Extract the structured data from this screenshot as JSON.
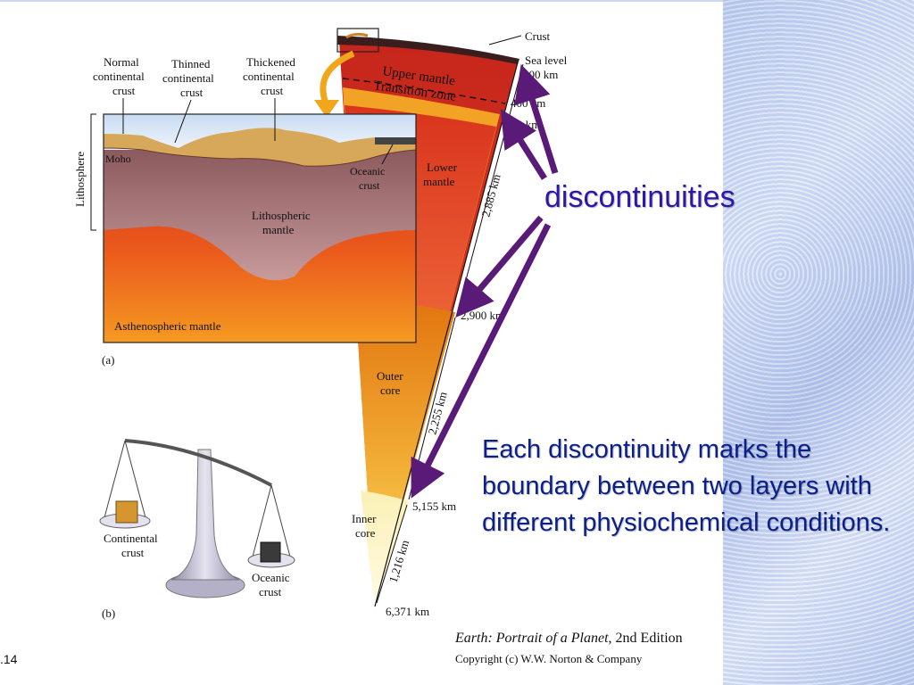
{
  "figure": {
    "wedge": {
      "crust": "Crust",
      "sea_level": "Sea level",
      "upper_mantle": "Upper mantle",
      "transition_zone": "Transition zone",
      "lower_mantle_1": "Lower",
      "lower_mantle_2": "mantle",
      "outer_core_1": "Outer",
      "outer_core_2": "core",
      "inner_core_1": "Inner",
      "inner_core_2": "core",
      "depths": [
        "100 km",
        "400 km",
        "660 km",
        "2,900 km",
        "5,155 km",
        "6,371 km"
      ],
      "thicknesses": [
        "2,885 km",
        "2,255 km",
        "1,216 km"
      ]
    },
    "panel_a": {
      "labels": {
        "normal": [
          "Normal",
          "continental",
          "crust"
        ],
        "thinned": [
          "Thinned",
          "continental",
          "crust"
        ],
        "thickened": [
          "Thickened",
          "continental",
          "crust"
        ],
        "moho": "Moho",
        "oceanic": [
          "Oceanic",
          "crust"
        ],
        "lith_mantle": [
          "Lithospheric",
          "mantle"
        ],
        "astheno": "Asthenospheric mantle",
        "lithosphere": "Lithosphere",
        "caption": "(a)"
      }
    },
    "panel_b": {
      "continental": [
        "Continental",
        "crust"
      ],
      "oceanic": [
        "Oceanic",
        "crust"
      ],
      "caption": "(b)"
    }
  },
  "annotations": {
    "discontinuities": "discontinuities",
    "explanation": "Each discontinuity marks the boundary between two layers with different physiochemical conditions."
  },
  "credit": {
    "title_italic": "Earth: Portrait of a Planet",
    "title_rest": ", 2nd Edition",
    "copyright": "Copyright (c) W.W. Norton & Company"
  },
  "figure_number": ".14",
  "colors": {
    "arrow": "#5a1a78",
    "annotation_text": "#0b1f8a"
  }
}
